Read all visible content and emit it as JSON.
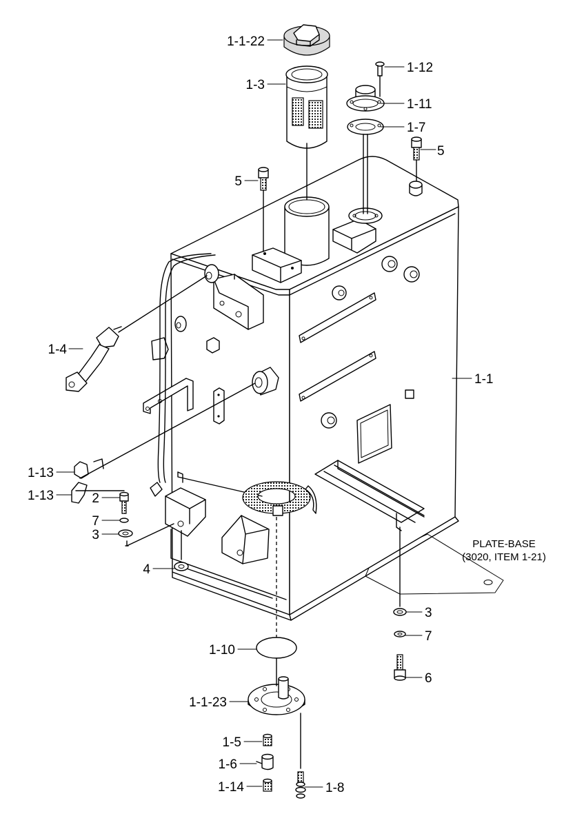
{
  "callouts": {
    "c1": "1-1-22",
    "c2": "1-3",
    "c3": "1-12",
    "c4": "1-11",
    "c5": "1-7",
    "c6": "5",
    "c7": "5",
    "c8": "1-4",
    "c9": "1-1",
    "c10": "1-13",
    "c11": "1-13",
    "c12": "2",
    "c13": "7",
    "c14": "3",
    "c15": "4",
    "c16": "3",
    "c17": "7",
    "c18": "6",
    "c19": "1-10",
    "c20": "1-1-23",
    "c21": "1-5",
    "c22": "1-6",
    "c23": "1-14",
    "c24": "1-8"
  },
  "reference_note": {
    "line1": "PLATE-BASE",
    "line2": "(3020, ITEM 1-21)"
  }
}
